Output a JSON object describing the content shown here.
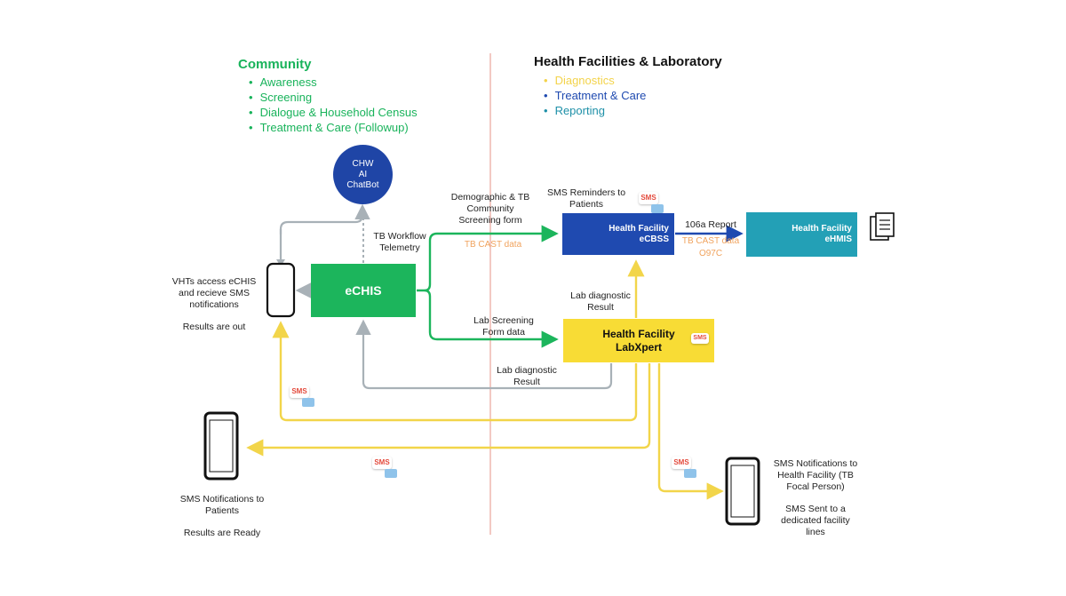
{
  "colors": {
    "green": "#1cb55c",
    "yellow": "#f8dc35",
    "navy": "#1f4ab0",
    "teal": "#23a0b6",
    "gray_arrow": "#a8b1b7",
    "divider": "#e8a59b",
    "orange_label": "#f0a35e",
    "sms_red": "#e34a3c"
  },
  "community": {
    "title": "Community",
    "items": [
      "Awareness",
      "Screening",
      "Dialogue & Household Census",
      "Treatment & Care (Followup)"
    ]
  },
  "health_facilities": {
    "title": "Health Facilities & Laboratory",
    "items": [
      {
        "label": "Diagnostics",
        "color": "#f3d34a"
      },
      {
        "label": "Treatment & Care",
        "color": "#1f4ab0"
      },
      {
        "label": "Reporting",
        "color": "#1e90a8"
      }
    ]
  },
  "nodes": {
    "chatbot": {
      "line1": "CHW",
      "line2": "AI",
      "line3": "ChatBot"
    },
    "echis": "eCHIS",
    "ecbss": {
      "line1": "Health Facility",
      "line2": "eCBSS"
    },
    "ehmis": {
      "line1": "Health Facility",
      "line2": "eHMIS"
    },
    "labxpert": {
      "line1": "Health Facility",
      "line2": "LabXpert"
    }
  },
  "labels": {
    "telemetry": {
      "line1": "TB Workflow",
      "line2": "Telemetry"
    },
    "demographic": {
      "line1": "Demographic  & TB",
      "line2": "Community",
      "line3": "Screening form"
    },
    "tb_cast_1": "TB CAST data",
    "sms_reminders": {
      "line1": "SMS Reminders to",
      "line2": "Patients"
    },
    "report_106a": "106a Report",
    "tb_cast_2": "TB CAST data",
    "o97c": "O97C",
    "lab_result_up": {
      "line1": "Lab diagnostic",
      "line2": "Result"
    },
    "lab_screening": {
      "line1": "Lab Screening",
      "line2": "Form data"
    },
    "lab_result_down": {
      "line1": "Lab diagnostic",
      "line2": "Result"
    },
    "vhts": {
      "line1": "VHTs access eCHIS",
      "line2": "and recieve SMS",
      "line3": "notifications",
      "line4": "Results are out"
    },
    "sms_patients": {
      "line1": "SMS Notifications to",
      "line2": "Patients",
      "line3": "Results are Ready"
    },
    "sms_facility": {
      "line1": "SMS Notifications to",
      "line2": "Health Facility (TB",
      "line3": "Focal Person)",
      "line4": "SMS Sent to a",
      "line5": "dedicated facility",
      "line6": "lines"
    }
  },
  "sms_badge": "SMS"
}
